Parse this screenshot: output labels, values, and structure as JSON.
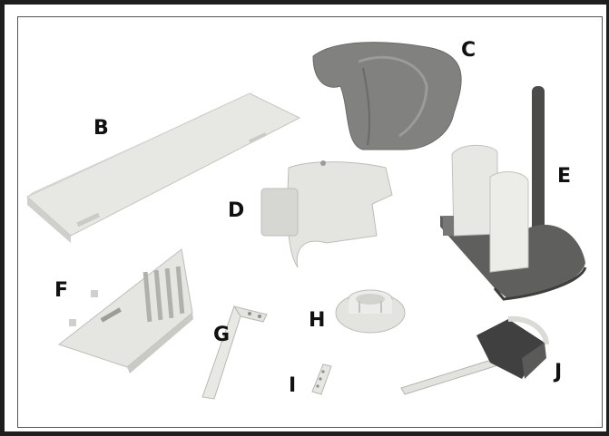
{
  "labels": {
    "B": "B",
    "C": "C",
    "D": "D",
    "E": "E",
    "F": "F",
    "G": "G",
    "H": "H",
    "I": "I",
    "J": "J"
  },
  "colors": {
    "frame": "#1e1e1e",
    "part_light": "#e6e6e3",
    "part_shadow": "#b9b9b6",
    "belt": "#7d7d7b",
    "base_dark": "#5f5f5d",
    "post": "#4a4a48"
  }
}
